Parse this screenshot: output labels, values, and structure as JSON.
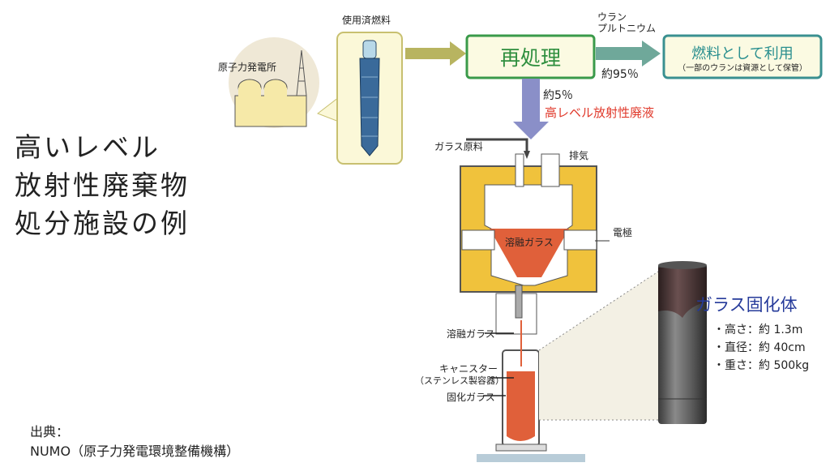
{
  "title_lines": [
    "高いレベル",
    "放射性廃棄物",
    "処分施設の例"
  ],
  "source": {
    "label": "出典：",
    "text": "NUMO（原子力発電環境整備機構）"
  },
  "diagram": {
    "plant_label": "原子力発電所",
    "spent_fuel_label": "使用済燃料",
    "reprocessing_label": "再処理",
    "to_fuel_top": "ウラン",
    "to_fuel_bottom": "プルトニウム",
    "to_fuel_percent": "約95％",
    "fuel_use_label": "燃料として利用",
    "fuel_use_note": "（一部のウランは資源として保管）",
    "waste_percent": "約5％",
    "waste_label": "高レベル放射性廃液",
    "glass_material": "ガラス原料",
    "exhaust": "排気",
    "molten_glass_inner": "溶融ガラス",
    "electrode": "電極",
    "molten_glass": "溶融ガラス",
    "canister": "キャニスター",
    "canister_note": "（ステンレス製容器）",
    "solid_glass": "固化ガラス"
  },
  "vitrified": {
    "title": "ガラス固化体",
    "specs": [
      "・高さ：約 1.3m",
      "・直径：約 40cm",
      "・重さ：約 500kg"
    ]
  },
  "colors": {
    "reprocess": "#2f8f3f",
    "fuel": "#2a8f8f",
    "waste": "#e0392b",
    "vitrified_title": "#253a9a",
    "melter": "#f0c23c",
    "glass": "#e0603a"
  }
}
